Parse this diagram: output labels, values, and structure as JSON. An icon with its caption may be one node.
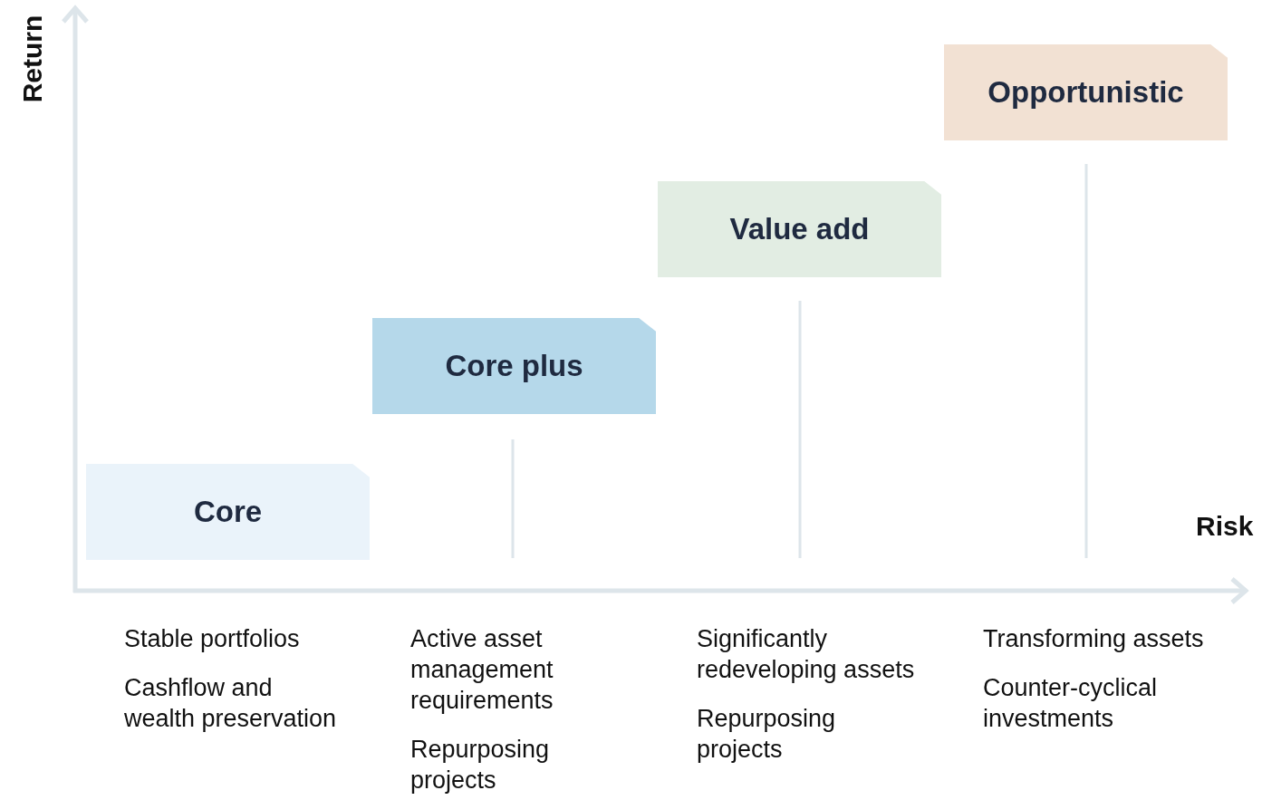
{
  "diagram": {
    "nodes": [
      {
        "text": [
          "Core"
        ]
      },
      {
        "text": [
          "Core plus"
        ]
      },
      {
        "text": [
          "Value add"
        ]
      },
      {
        "text": [
          "Opportunistic"
        ]
      }
    ],
    "labels": [
      "Return",
      "Risk",
      "Stable portfolios",
      "Cashflow and wealth preservation",
      "Active asset management requirements",
      "Repurposing projects",
      "Significantly redeveloping assets",
      "Repurposing projects",
      "Transforming assets",
      "Counter-cyclical investments"
    ]
  }
}
